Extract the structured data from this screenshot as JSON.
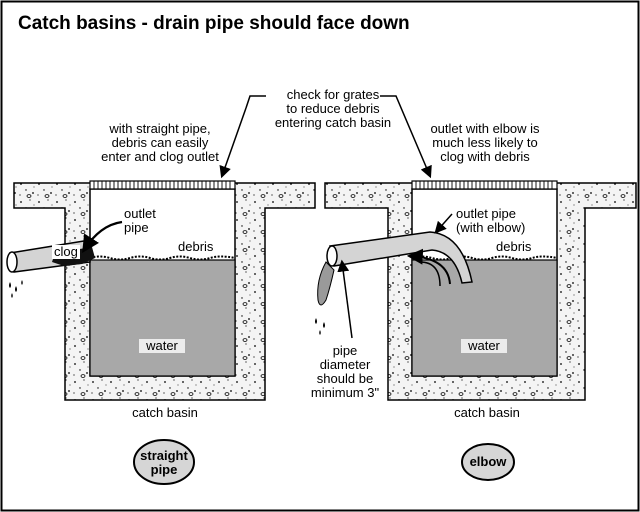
{
  "title": "Catch basins - drain pipe should face down",
  "grate_note": [
    "check for grates",
    "to reduce debris",
    "entering catch basin"
  ],
  "left": {
    "note": [
      "with straight pipe,",
      "debris can easily",
      "enter and clog outlet"
    ],
    "outlet_label": [
      "outlet",
      "pipe"
    ],
    "clog_label": "clog",
    "debris_label": "debris",
    "water_label": "water",
    "basin_label": "catch basin",
    "badge": [
      "straight",
      "pipe"
    ]
  },
  "right": {
    "note": [
      "outlet with elbow is",
      "much less likely to",
      "clog with debris"
    ],
    "outlet_label": [
      "outlet pipe",
      "(with elbow)"
    ],
    "debris_label": "debris",
    "water_label": "water",
    "basin_label": "catch basin",
    "pipe_note": [
      "pipe",
      "diameter",
      "should be",
      "minimum 3\""
    ],
    "badge": [
      "elbow"
    ]
  },
  "colors": {
    "water": "#a8a8a8",
    "concrete": "#f2f2f2",
    "pipe": "#d0d0d0",
    "ink": "#000000"
  }
}
